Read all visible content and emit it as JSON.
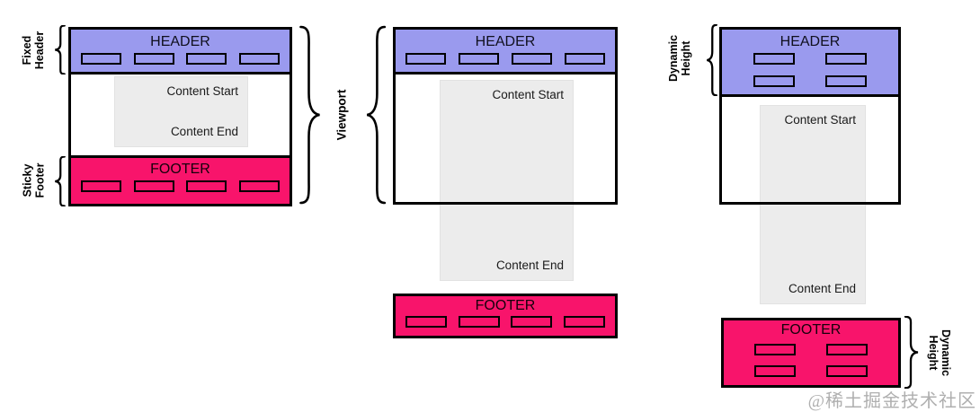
{
  "colors": {
    "header_bg": "#9A9AEE",
    "footer_bg": "#F8146B",
    "content_block_bg": "#ECECEC",
    "stroke": "#000000",
    "watermark_color": "#AFAFAF"
  },
  "annotations": {
    "fixed_header": {
      "line1": "Fixed",
      "line2": "Header"
    },
    "sticky_footer": {
      "line1": "Sticky",
      "line2": "Footer"
    },
    "viewport": "Viewport",
    "dynamic_height_header": {
      "line1": "Dynamic",
      "line2": "Height"
    },
    "dynamic_height_footer": {
      "line1": "Dynamic",
      "line2": "Height"
    }
  },
  "panels": [
    {
      "header_title": "HEADER",
      "footer_title": "FOOTER",
      "content_start": "Content Start",
      "content_end": "Content End",
      "header_nav_count": 4,
      "footer_nav_count": 4
    },
    {
      "header_title": "HEADER",
      "footer_title": "FOOTER",
      "content_start": "Content Start",
      "content_end": "Content End",
      "header_nav_count": 4,
      "footer_nav_count": 4
    },
    {
      "header_title": "HEADER",
      "footer_title": "FOOTER",
      "content_start": "Content Start",
      "content_end": "Content End",
      "header_nav_count": 4,
      "footer_nav_count": 4
    }
  ],
  "watermark": "@稀土掘金技术社区"
}
